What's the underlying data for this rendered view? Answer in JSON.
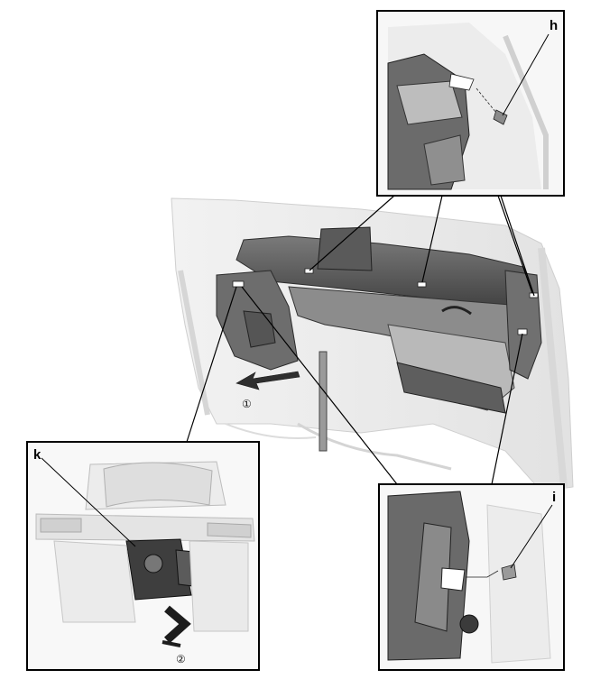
{
  "callouts": {
    "h": "h",
    "i": "i",
    "k": "k"
  },
  "steps": {
    "one": "①",
    "two": "②"
  },
  "colors": {
    "frame": "#000000",
    "ghost_body": "#e9e9e9",
    "dash_dark": "#4a4a4a",
    "dash_mid": "#8a8a8a",
    "leader": "#000000"
  },
  "icons": {
    "arrow_main": "arrow-left-icon",
    "arrow_inset": "chevron-arrow-icon"
  }
}
